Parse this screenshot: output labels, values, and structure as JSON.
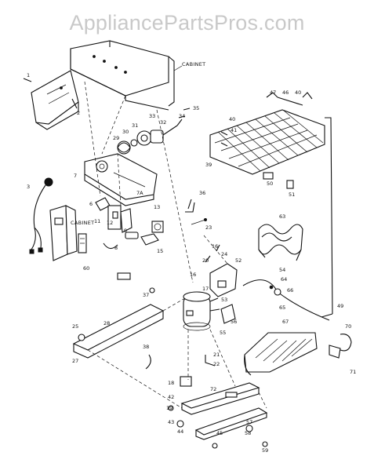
{
  "watermark": "AppliancePartsPros.com",
  "labels": {
    "cabinet_top": "CABINET",
    "cabinet_left": "CABINET"
  },
  "part_numbers": {
    "p1": "1",
    "p2": "2",
    "p3": "3",
    "p6": "6",
    "p7": "7",
    "p7a": "7A",
    "p8": "8",
    "p9": "9",
    "p11": "11",
    "p12": "12",
    "p13": "13",
    "p15": "15",
    "p16a": "16",
    "p16b": "16",
    "p17": "17",
    "p18": "18",
    "p19": "19",
    "p20": "20",
    "p21": "21",
    "p22": "22",
    "p23": "23",
    "p24": "24",
    "p25": "25",
    "p27": "27",
    "p28": "28",
    "p29": "29",
    "p30": "30",
    "p31": "31",
    "p32": "32",
    "p33": "33",
    "p34": "34",
    "p35": "35",
    "p36": "36",
    "p37": "37",
    "p38": "38",
    "p39": "39",
    "p40a": "40",
    "p40b": "40",
    "p41": "41",
    "p42": "42",
    "p43": "43",
    "p44": "44",
    "p45": "45",
    "p46": "46",
    "p47": "47",
    "p49": "49",
    "p50": "50",
    "p51": "51",
    "p52": "52",
    "p53": "53",
    "p54": "54",
    "p55": "55",
    "p56": "56",
    "p57": "57",
    "p58": "58",
    "p59": "59",
    "p60": "60",
    "p63": "63",
    "p64": "64",
    "p65": "65",
    "p66": "66",
    "p67": "67",
    "p70": "70",
    "p71": "71",
    "p72": "72"
  }
}
